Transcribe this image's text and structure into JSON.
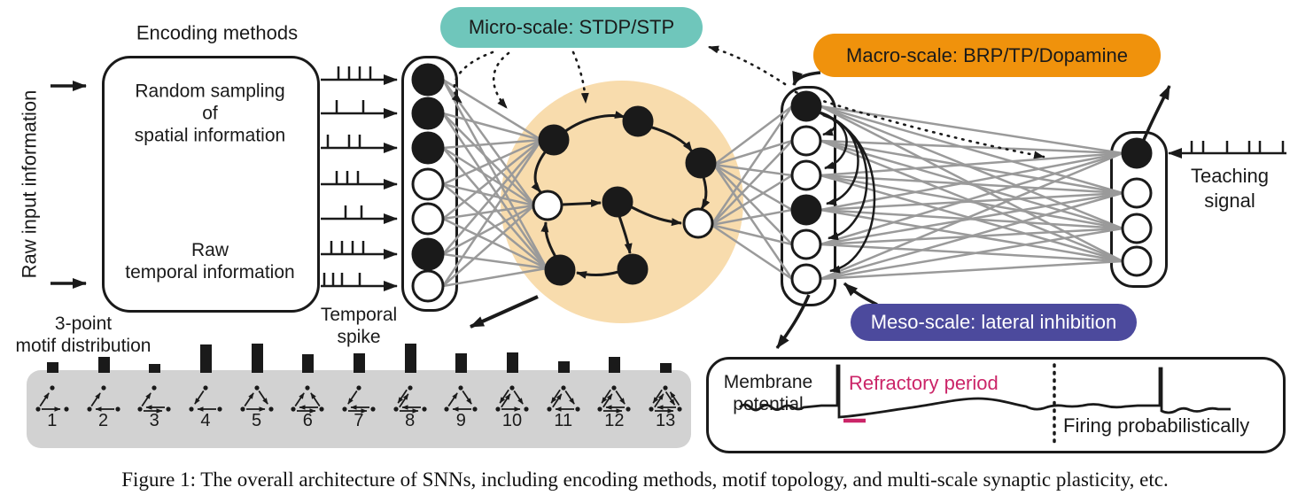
{
  "colors": {
    "ink": "#1a1a1a",
    "gray_line": "#9a9a9a",
    "motif_circle": "#f8dcad",
    "motif_box_bg": "#d2d2d2"
  },
  "scales": {
    "micro": {
      "label": "Micro-scale: STDP/STP",
      "color": "#6fc6bb",
      "text_color": "#1a1a1a"
    },
    "macro": {
      "label": "Macro-scale: BRP/TP/Dopamine",
      "color": "#f0920c",
      "text_color": "#1a1a1a"
    },
    "meso": {
      "label": "Meso-scale: lateral inhibition",
      "color": "#4c4a9d",
      "text_color": "#ffffff"
    }
  },
  "left": {
    "raw_input_label": "Raw input information",
    "encoding_title": "Encoding methods",
    "encoding_method_1": {
      "line1": "Random sampling",
      "line2": "of",
      "line3": "spatial information"
    },
    "encoding_method_2": {
      "line1": "Raw",
      "line2": "temporal information"
    },
    "temporal_spike_label": {
      "line1": "Temporal",
      "line2": "spike"
    },
    "motif_dist_label": {
      "line1": "3-point",
      "line2": "motif distribution"
    }
  },
  "network": {
    "input_layer": [
      "filled",
      "filled",
      "filled",
      "open",
      "open",
      "filled",
      "open"
    ],
    "hidden_layer": [
      "filled",
      "open",
      "open",
      "filled",
      "open",
      "open"
    ],
    "output_layer": [
      "filled",
      "open",
      "open",
      "open"
    ],
    "motif_circle_nodes": [
      "filled",
      "filled",
      "filled",
      "open",
      "filled",
      "open",
      "filled",
      "filled"
    ]
  },
  "spike_trains": [
    [
      20,
      32,
      44,
      56
    ],
    [
      18,
      48
    ],
    [
      8,
      32,
      44
    ],
    [
      18,
      30,
      42
    ],
    [
      28,
      46
    ],
    [
      12,
      24,
      36,
      48
    ],
    [
      4,
      14,
      24,
      44
    ]
  ],
  "teaching": {
    "label_line1": "Teaching",
    "label_line2": "signal",
    "ticks": [
      15,
      28,
      55,
      80,
      92,
      118
    ]
  },
  "motif_distribution": {
    "numbers": [
      "1",
      "2",
      "3",
      "4",
      "5",
      "6",
      "7",
      "8",
      "9",
      "10",
      "11",
      "12",
      "13"
    ],
    "bar_heights": [
      12,
      18,
      10,
      32,
      33,
      21,
      22,
      33,
      22,
      23,
      13,
      18,
      11
    ],
    "motif_edges": [
      [
        [
          "L",
          "R",
          0
        ],
        [
          "L",
          "T",
          0
        ]
      ],
      [
        [
          "R",
          "L",
          0
        ],
        [
          "L",
          "T",
          0
        ]
      ],
      [
        [
          "L",
          "R",
          1
        ],
        [
          "L",
          "T",
          0
        ]
      ],
      [
        [
          "R",
          "L",
          0
        ],
        [
          "T",
          "L",
          0
        ]
      ],
      [
        [
          "L",
          "T",
          0
        ],
        [
          "T",
          "R",
          0
        ],
        [
          "L",
          "R",
          0
        ]
      ],
      [
        [
          "L",
          "R",
          1
        ],
        [
          "L",
          "T",
          0
        ],
        [
          "R",
          "T",
          0
        ]
      ],
      [
        [
          "L",
          "R",
          1
        ],
        [
          "T",
          "L",
          0
        ]
      ],
      [
        [
          "L",
          "R",
          1
        ],
        [
          "L",
          "T",
          1
        ]
      ],
      [
        [
          "L",
          "T",
          0
        ],
        [
          "T",
          "R",
          0
        ],
        [
          "R",
          "L",
          0
        ]
      ],
      [
        [
          "L",
          "T",
          1
        ],
        [
          "T",
          "R",
          0
        ],
        [
          "L",
          "R",
          0
        ]
      ],
      [
        [
          "L",
          "T",
          1
        ],
        [
          "T",
          "R",
          0
        ],
        [
          "R",
          "L",
          0
        ]
      ],
      [
        [
          "L",
          "T",
          1
        ],
        [
          "T",
          "R",
          0
        ],
        [
          "L",
          "R",
          1
        ]
      ],
      [
        [
          "L",
          "T",
          1
        ],
        [
          "T",
          "R",
          1
        ],
        [
          "L",
          "R",
          1
        ]
      ]
    ]
  },
  "membrane": {
    "label_line1": "Membrane",
    "label_line2": "potential",
    "refractory_label": "Refractory period",
    "firing_label": "Firing probabilistically",
    "accent_color": "#cb2568"
  },
  "caption": "Figure 1: The overall architecture of SNNs, including encoding methods, motif topology, and multi-scale synaptic plasticity, etc."
}
